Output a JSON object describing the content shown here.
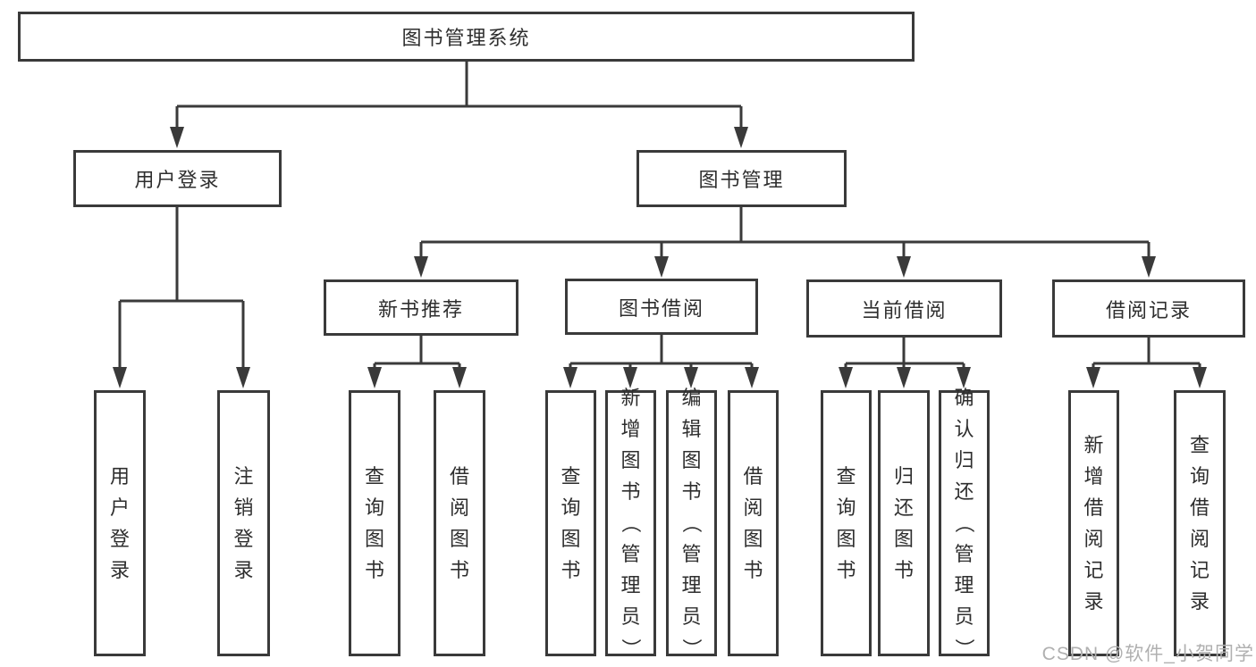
{
  "nodes": {
    "root": "图书管理系统",
    "user_login": "用户登录",
    "book_mgmt": "图书管理",
    "new_book_rec": "新书推荐",
    "book_borrow": "图书借阅",
    "current_borrow": "当前借阅",
    "borrow_record": "借阅记录",
    "leaf_user_login": "用户登录",
    "leaf_logout": "注销登录",
    "leaf_nb_query": "查询图书",
    "leaf_nb_borrow": "借阅图书",
    "leaf_bb_query": "查询图书",
    "leaf_bb_add": "新增图书（管理员）",
    "leaf_bb_edit": "编辑图书（管理员）",
    "leaf_bb_borrow": "借阅图书",
    "leaf_cb_query": "查询图书",
    "leaf_cb_return": "归还图书",
    "leaf_cb_confirm": "确认归还（管理员）",
    "leaf_br_add": "新增借阅记录",
    "leaf_br_query": "查询借阅记录"
  },
  "watermark": "CSDN @软件_小贺同学",
  "colors": {
    "line": "#3a3a3a",
    "text": "#2e2e2e",
    "watermark": "#b0b0b0",
    "background": "#ffffff"
  }
}
